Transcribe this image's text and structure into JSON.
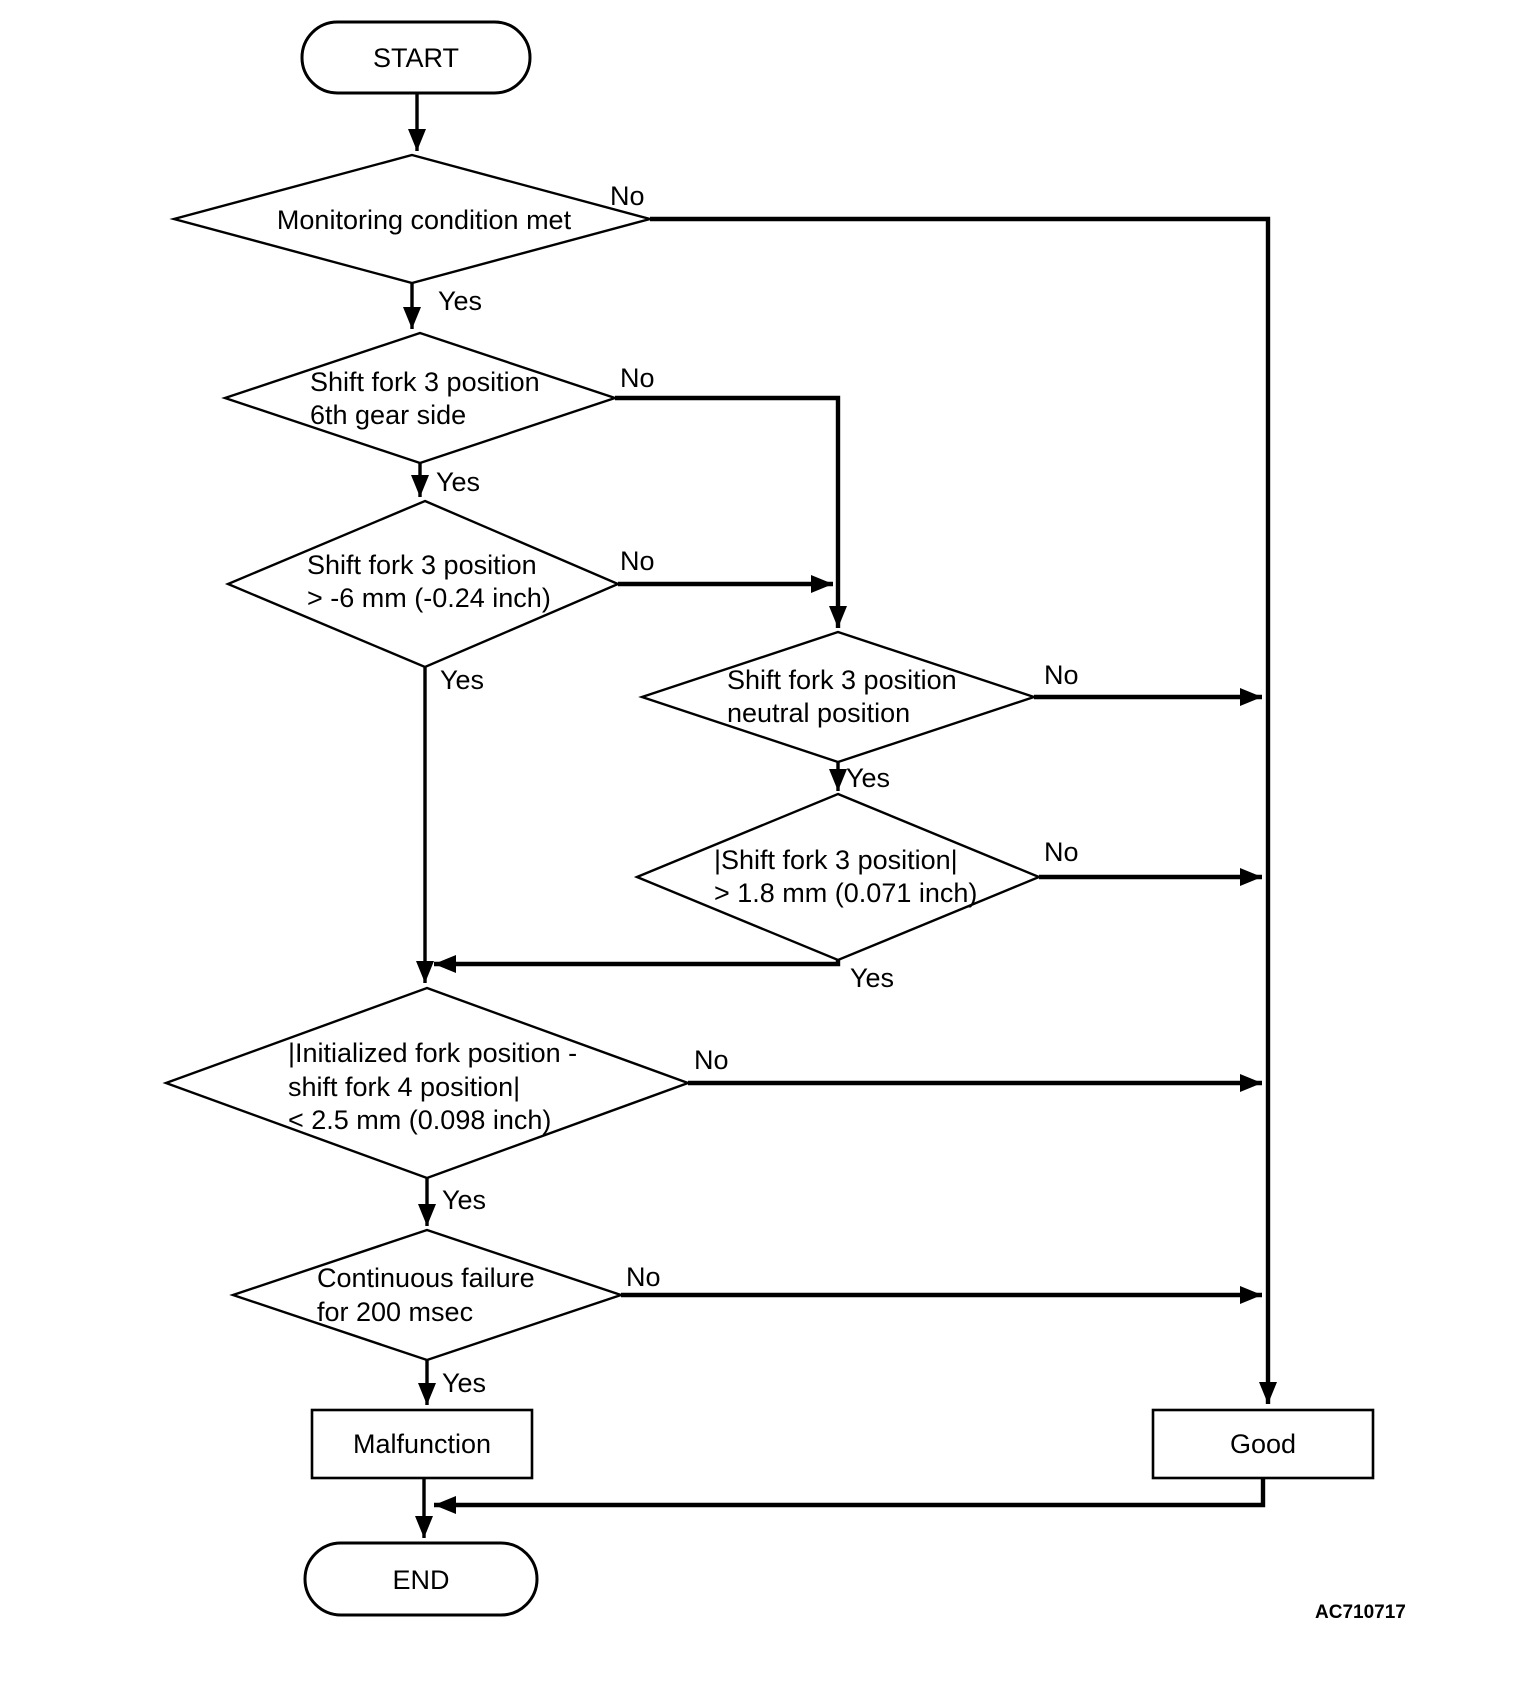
{
  "diagram": {
    "figure_id": "AC710717",
    "background_color": "#ffffff",
    "line_color": "#000000",
    "labels": {
      "yes": "Yes",
      "no": "No"
    },
    "nodes": {
      "start": {
        "type": "terminator",
        "label": "START"
      },
      "monitoring": {
        "type": "decision",
        "line1": "Monitoring condition met"
      },
      "fork3_6th_gear": {
        "type": "decision",
        "line1": "Shift fork 3 position",
        "line2": "6th gear side"
      },
      "fork3_minus6mm": {
        "type": "decision",
        "line1": "Shift fork 3 position",
        "line2": "> -6 mm (-0.24 inch)"
      },
      "fork3_neutral": {
        "type": "decision",
        "line1": "Shift fork 3 position",
        "line2": "neutral position"
      },
      "fork3_abs_over_1_8mm": {
        "type": "decision",
        "line1": "|Shift fork 3 position|",
        "line2": "> 1.8 mm (0.071 inch)"
      },
      "init_fork_diff": {
        "type": "decision",
        "line1": "|Initialized fork position -",
        "line2": "shift fork 4 position|",
        "line3": "< 2.5 mm (0.098 inch)"
      },
      "continuous_failure": {
        "type": "decision",
        "line1": "Continuous failure",
        "line2": "for 200 msec"
      },
      "malfunction": {
        "type": "process",
        "label": "Malfunction"
      },
      "good": {
        "type": "process",
        "label": "Good"
      },
      "end": {
        "type": "terminator",
        "label": "END"
      }
    }
  }
}
